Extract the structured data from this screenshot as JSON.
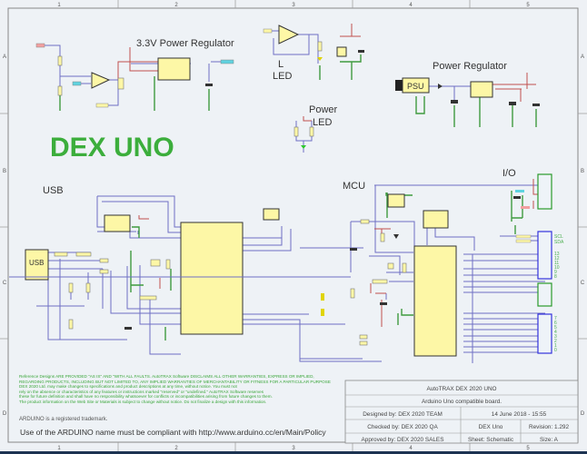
{
  "frame": {
    "columns": [
      "1",
      "2",
      "3",
      "4",
      "5"
    ],
    "rows": [
      "A",
      "B",
      "C",
      "D"
    ]
  },
  "sections": {
    "reg33": "3.3V Power Regulator",
    "l_led_1": "L",
    "l_led_2": "LED",
    "power_reg": "Power Regulator",
    "power_led_1": "Power",
    "power_led_2": "LED",
    "brand": "DEX UNO",
    "usb": "USB",
    "mcu": "MCU",
    "io": "I/O",
    "usb_connector": "USB",
    "psu_jack": "PSU"
  },
  "io_pins": {
    "i2c": [
      "SCL",
      "SDA"
    ],
    "digital_high": [
      "13",
      "12",
      "11",
      "10",
      "9",
      "8"
    ],
    "digital_low": [
      "7",
      "6",
      "5",
      "4",
      "3",
      "2",
      "1",
      "0"
    ]
  },
  "disclaimer": [
    "Reference Designs ARE PROVIDED \"AS IS\" AND \"WITH ALL FAULTS. AutoTRAX Software DISCLAIMS ALL OTHER WARRANTIES, EXPRESS OR IMPLIED,",
    "REGARDING PRODUCTS, INCLUDING BUT NOT LIMITED TO, ANY IMPLIED WARRANTIES OF MERCHANTABILITY OR FITNESS FOR A PARTICULAR PURPOSE",
    "DEX 2020 Ltd. may make changes to specifications and product descriptions at any time, without notice. You must not",
    "rely on the absence or characteristics of any features or instructions marked \"reserved\" or \"undefined.\" AutoTRAX Software reserves",
    "these for future definition and shall have no responsibility whatsoever for conflicts or incompatibilities arising from future changes to them.",
    "The product information on the Web Site or Materials is subject to change without notice. Do not finalize a design with this information."
  ],
  "trademark": "ARDUINO is a registered trademark.",
  "policy": "Use of the ARDUINO name must be compliant with http://www.arduino.cc/en/Main/Policy",
  "title_block": {
    "title": "AutoTRAX DEX 2020 UNO",
    "subtitle": "Arduino Uno compatible board.",
    "designed_by": "Designed by: DEX 2020 TEAM",
    "date": "14 June 2018 - 15:55",
    "checked_by": "Checked by: DEX 2020 QA",
    "project": "DEX Uno",
    "revision": "Revision: 1.292",
    "approved_by": "Approved by: DEX 2020  SALES",
    "sheet": "Sheet: Schematic",
    "size": "Size: A"
  },
  "colors": {
    "brand_green": "#3cae3c",
    "wire_blue": "#6e6fc4",
    "power_red": "#c0504d",
    "ground_green": "#3f9b3f",
    "chip_yellow": "#fdf7a6",
    "border_navy": "#1d3352"
  }
}
